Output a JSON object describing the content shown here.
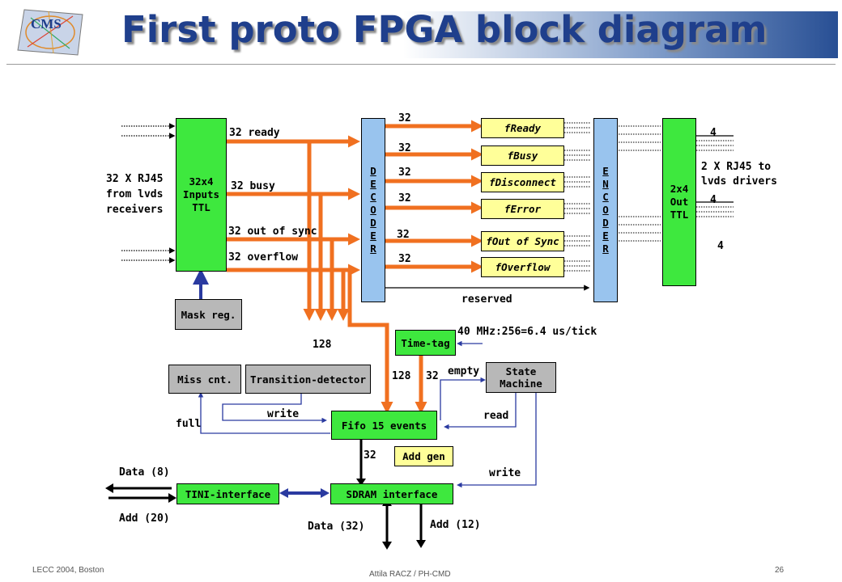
{
  "title": "First proto FPGA block diagram",
  "logo_text": "CMS",
  "footer": {
    "left": "LECC 2004, Boston",
    "center": "Attila RACZ / PH-CMD",
    "page": "26"
  },
  "blocks": {
    "inputs": [
      "32x4",
      "Inputs",
      "TTL"
    ],
    "decoder": [
      "D",
      "E",
      "C",
      "O",
      "D",
      "E",
      "R"
    ],
    "encoder": [
      "E",
      "N",
      "C",
      "O",
      "D",
      "E",
      "R"
    ],
    "out_ttl": [
      "2x4",
      "Out",
      "TTL"
    ],
    "mask_reg": "Mask reg.",
    "f_ready": "fReady",
    "f_busy": "fBusy",
    "f_disconnect": "fDisconnect",
    "f_error": "fError",
    "f_out_of_sync": "fOut of Sync",
    "f_overflow": "fOverflow",
    "time_tag": "Time-tag",
    "state_machine": [
      "State",
      "Machine"
    ],
    "miss_cnt": "Miss cnt.",
    "transition_detector": "Transition-detector",
    "fifo": "Fifo 15 events",
    "add_gen": "Add gen",
    "tini": "TINI-interface",
    "sdram": "SDRAM interface"
  },
  "labels": {
    "rj45_in": [
      "32 X RJ45",
      "from lvds",
      "receivers"
    ],
    "ready": "32 ready",
    "busy": "32 busy",
    "out_of_sync": "32 out of sync",
    "overflow": "32 overflow",
    "d32_1": "32",
    "d32_2": "32",
    "d32_3": "32",
    "d32_4": "32",
    "d32_5": "32",
    "d32_6": "32",
    "out4_1": "4",
    "rj45_out": [
      "2 X RJ45 to",
      "lvds drivers"
    ],
    "out4_2": "4",
    "out4_3": "4",
    "reserved": "reserved",
    "clock": "40 MHz:256=6.4 us/tick",
    "bus128_a": "128",
    "bus128_b": "128",
    "bus32_tt": "32",
    "empty": "empty",
    "write1": "write",
    "full": "full",
    "read": "read",
    "bus32_sd": "32",
    "write2": "write",
    "data8": "Data (8)",
    "add20": "Add (20)",
    "data32": "Data (32)",
    "add12": "Add (12)"
  }
}
